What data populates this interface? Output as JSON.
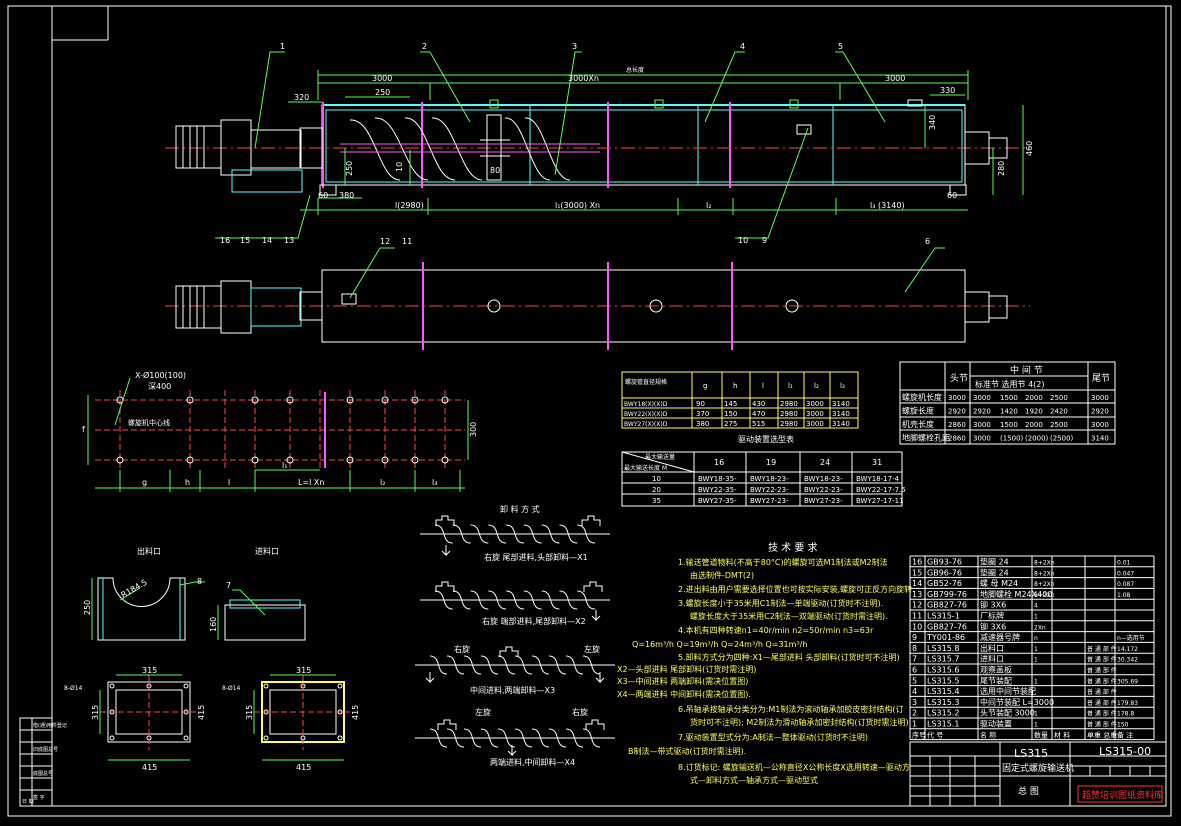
{
  "callouts_top": [
    "1",
    "2",
    "3",
    "4",
    "5"
  ],
  "dims_top": {
    "total_label": "总长度",
    "seg_left": "3000",
    "seg_mid": "3000Xn",
    "seg_right": "3000",
    "d320": "320",
    "d250": "250",
    "d330": "330",
    "d340": "340",
    "d460": "460",
    "d280": "280",
    "d250v": "250",
    "d10": "10",
    "d80": "80",
    "d60l": "60",
    "d380": "380",
    "d60r": "60",
    "l1": "l(2980)",
    "l2": "l₁(3000) Xn",
    "l3": "l₂",
    "l4": "l₃ (3140)"
  },
  "callouts_mid_left": [
    "16",
    "15",
    "14",
    "13"
  ],
  "callouts_mid_right": [
    "10",
    "9"
  ],
  "callout_6": "6",
  "callouts_plan": [
    "12",
    "11"
  ],
  "foundation": {
    "hole_label": "X-Ø100(100)",
    "depth_label": "深400",
    "center_label": "螺旋机中心线",
    "dim_300": "300",
    "dim_f": "f",
    "bottom_dims": [
      "g",
      "h",
      "l",
      "L=l Xn",
      "l₂",
      "l₃"
    ],
    "l1": "l₁"
  },
  "table_dims": {
    "header": [
      "螺旋管直径规格",
      "g",
      "h",
      "l",
      "l₁",
      "l₂",
      "l₃"
    ],
    "rows": [
      [
        "BWY18(X)(X)D",
        "90",
        "145",
        "430",
        "2980",
        "3000",
        "3140"
      ],
      [
        "BWY22(X)(X)D",
        "370",
        "150",
        "470",
        "2980",
        "3000",
        "3140"
      ],
      [
        "BWY27(X)(X)D",
        "380",
        "275",
        "515",
        "2980",
        "3000",
        "3140"
      ]
    ],
    "caption": "驱动装置选型表"
  },
  "table_drive": {
    "corner_top": "最大输送量",
    "corner_bot": "最大输送长度 M",
    "cols": [
      "16",
      "19",
      "24",
      "31"
    ],
    "rows": [
      [
        "10",
        "BWY18-35-",
        "BWY18-23-",
        "BWY18-23-",
        "BWY18-17-4"
      ],
      [
        "20",
        "BWY22-35-",
        "BWY22-23-",
        "BWY22-23-",
        "BWY22-17-7.5"
      ],
      [
        "35",
        "BWY27-35-",
        "BWY27-23-",
        "BWY27-23-",
        "BWY27-17-11"
      ]
    ]
  },
  "table_spec": {
    "h_head": "头节",
    "h_mid": "中 间 节",
    "h_mid_sub": "标准节  选用节 4(2)",
    "h_tail": "尾节",
    "rows": [
      [
        "螺旋机长度",
        "3000",
        "3000",
        "1500",
        "2000",
        "2500",
        "3000"
      ],
      [
        "螺旋长度",
        "2920",
        "2920",
        "1420",
        "1920",
        "2420",
        "2920"
      ],
      [
        "机壳长度",
        "2860",
        "3000",
        "1500",
        "2000",
        "2500",
        "3000"
      ],
      [
        "地脚螺栓孔距",
        "2860",
        "3000",
        "(1500)",
        "(2000)",
        "(2500)",
        "3140"
      ]
    ]
  },
  "discharge": {
    "title": "卸 料 方 式",
    "x1": "右旋  尾部进料,头部卸料—X1",
    "x2": "右旋  端部进料,尾部卸料—X2",
    "x3a": "右旋",
    "x3b": "左旋",
    "x3": "中间进料,两端卸料—X3",
    "x4a": "左旋",
    "x4b": "右旋",
    "x4": "两端进料,中间卸料—X4"
  },
  "ports": {
    "outlet": "出料口",
    "inlet": "进料口",
    "r": "R184.5",
    "d250": "250",
    "d160": "160",
    "d315a": "315",
    "d315b": "315",
    "d415a": "415",
    "d415b": "415",
    "d315c": "315",
    "d315d": "315",
    "d415c": "415",
    "d415d": "415",
    "c8": "8",
    "c7": "7",
    "holes_a": "8-Ø14",
    "holes_b": "8-Ø14"
  },
  "tech": {
    "title": "技 术 要 求",
    "lines": [
      "1.输送管道物料(不高于80°C)的螺旋可选M1制法或M2制法",
      "  由选制件-DMT(2)",
      "2.进出料由用户需要选择位置也可按实际安装,螺旋可正反方向旋转.",
      "3.螺旋长度小于35米用C1制法—单端驱动(订货时不注明).",
      "  螺旋长度大于35米用C2制法—双端驱动(订货时需注明).",
      "4.本机有四种转速n1=40r/min n2=50r/min n3=63r",
      "Q=16m³/h  Q=19m³/h  Q=24m³/h  Q=31m³/h",
      "5.卸料方式分为四种:X1—尾部进料 头部卸料(订货时可不注明)",
      "X2—头部进料 尾部卸料(订货时需注明)",
      "X3—中间进料 两端卸料(需决位置图)",
      "X4—两端进料 中间卸料(需决位置图).",
      "6.吊轴承按轴承分类分为:M1制法为滚动轴承加胶皮密封结构(订",
      "  货时可不注明); M2制法为滑动轴承加密封结构(订货时需注明)",
      "7.驱动装置型式分为:A制法—整体驱动(订货时不注明)",
      "B制法—带式驱动(订货时需注明).",
      "8.订货标记: 螺旋输送机—公称直径X公称长度X选用转速—驱动方",
      "  式—卸料方式—轴承方式—驱动型式"
    ]
  },
  "bom": {
    "rows": [
      [
        "16",
        "GB93-76",
        "垫圈 24",
        "8+2Xn",
        "",
        "0.01"
      ],
      [
        "15",
        "GB96-76",
        "垫圈 24",
        "8+2Xn",
        "",
        "0.047"
      ],
      [
        "14",
        "GB52-76",
        "螺 母 M24",
        "8+2Xn",
        "",
        "0.087"
      ],
      [
        "13",
        "GB799-76",
        "地脚螺栓 M24X400",
        "8+2Xn",
        "",
        "1.08"
      ],
      [
        "12",
        "GB827-76",
        "铆 3X6",
        "4",
        "",
        ""
      ],
      [
        "11",
        "LS315-1",
        "厂标牌",
        "1",
        "",
        ""
      ],
      [
        "10",
        "GB827-76",
        "铆 3X6",
        "2Xn",
        "",
        ""
      ],
      [
        "9",
        "TY001-86",
        "减速器号牌",
        "n",
        "",
        "n—选用节"
      ],
      [
        "8",
        "LS315.8",
        "出料口",
        "1",
        "普 通 部 件",
        "14.172"
      ],
      [
        "7",
        "LS315.7",
        "进料口",
        "1",
        "普 通 部 件",
        "30.342"
      ],
      [
        "6",
        "LS315.6",
        "观察盖板",
        "",
        "普 通 部 件",
        ""
      ],
      [
        "5",
        "LS315.5",
        "尾节装配",
        "1",
        "普 通 部 件",
        "305.69"
      ],
      [
        "4",
        "LS315.4",
        "选用中间节装配",
        "",
        "普 通 部 件",
        ""
      ],
      [
        "3",
        "LS315.3",
        "中间节装配 L=3000",
        "",
        "普 通 部 件",
        "179.83"
      ],
      [
        "2",
        "LS315.2",
        "头节装配 3000",
        "1",
        "普 通 部 件",
        "178.8"
      ],
      [
        "1",
        "LS315.1",
        "驱动装置",
        "1",
        "普 通 部 件",
        "150"
      ]
    ],
    "header": [
      "序号",
      "代 号",
      "名  称",
      "数量",
      "材 料",
      "单重 总重",
      "备 注"
    ]
  },
  "title_block": {
    "code_small": "LS315",
    "drawing_no": "LS315-00",
    "name": "固定式螺旋输送机",
    "sheet": "总  图",
    "watermark": "超赞培训图纸资料库"
  },
  "left_stamp_rows": [
    "借(通)用件登记",
    "",
    "旧底图总号",
    "",
    "底图总号",
    "",
    "签 字",
    "日 期"
  ]
}
